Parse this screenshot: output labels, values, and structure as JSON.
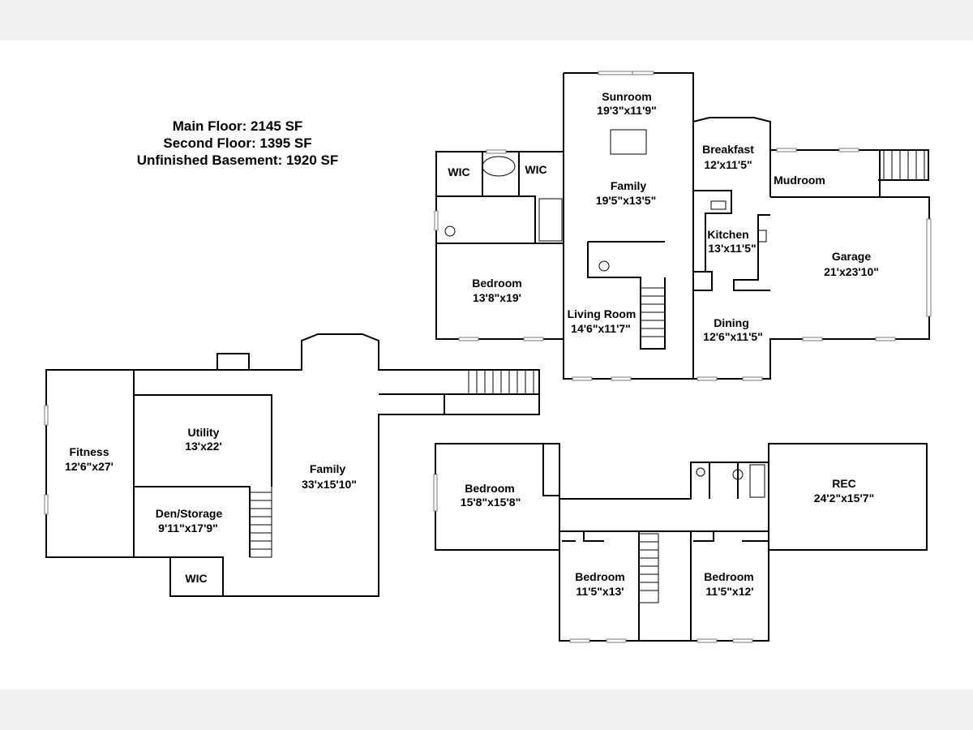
{
  "summary": {
    "main_floor": "Main Floor: 2145 SF",
    "second_floor": "Second Floor: 1395 SF",
    "basement": "Unfinished Basement: 1920 SF"
  },
  "main_floor": {
    "sunroom": {
      "name": "Sunroom",
      "size": "19'3\"x11'9\""
    },
    "family": {
      "name": "Family",
      "size": "19'5\"x13'5\""
    },
    "breakfast": {
      "name": "Breakfast",
      "size": "12'x11'5\""
    },
    "mudroom": {
      "name": "Mudroom"
    },
    "wic1": {
      "name": "WIC"
    },
    "wic2": {
      "name": "WIC"
    },
    "kitchen": {
      "name": "Kitchen",
      "size": "13'x11'5\""
    },
    "garage": {
      "name": "Garage",
      "size": "21'x23'10\""
    },
    "bedroom": {
      "name": "Bedroom",
      "size": "13'8\"x19'"
    },
    "living": {
      "name": "Living Room",
      "size": "14'6\"x11'7\""
    },
    "dining": {
      "name": "Dining",
      "size": "12'6\"x11'5\""
    }
  },
  "basement": {
    "fitness": {
      "name": "Fitness",
      "size": "12'6\"x27'"
    },
    "utility": {
      "name": "Utility",
      "size": "13'x22'"
    },
    "family": {
      "name": "Family",
      "size": "33'x15'10\""
    },
    "den": {
      "name": "Den/Storage",
      "size": "9'11\"x17'9\""
    },
    "wic": {
      "name": "WIC"
    }
  },
  "second_floor": {
    "bedroom1": {
      "name": "Bedroom",
      "size": "15'8\"x15'8\""
    },
    "rec": {
      "name": "REC",
      "size": "24'2\"x15'7\""
    },
    "bedroom2": {
      "name": "Bedroom",
      "size": "11'5\"x13'"
    },
    "bedroom3": {
      "name": "Bedroom",
      "size": "11'5\"x12'"
    }
  }
}
